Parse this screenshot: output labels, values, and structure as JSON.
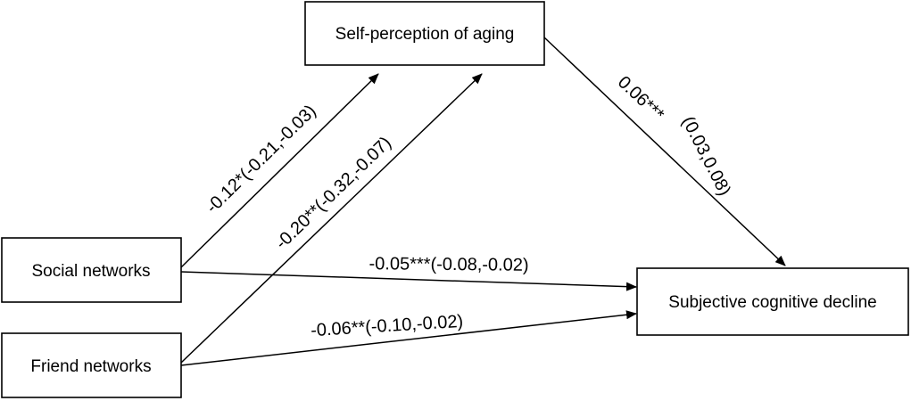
{
  "nodes": {
    "self_perception": "Self-perception of aging",
    "social_networks": "Social networks",
    "friend_networks": "Friend networks",
    "cognitive_decline": "Subjective cognitive decline"
  },
  "paths": {
    "social_to_self": "-0.12*(-0.21,-0.03)",
    "friend_to_self": "-0.20**(-0.32,-0.07)",
    "self_to_cognitive_coef": "0.06***",
    "self_to_cognitive_ci": "(0.03,0.08)",
    "social_to_cognitive": "-0.05***(-0.08,-0.02)",
    "friend_to_cognitive": "-0.06**(-0.10,-0.02)"
  },
  "colors": {
    "stroke": "#000000",
    "background": "#ffffff"
  }
}
